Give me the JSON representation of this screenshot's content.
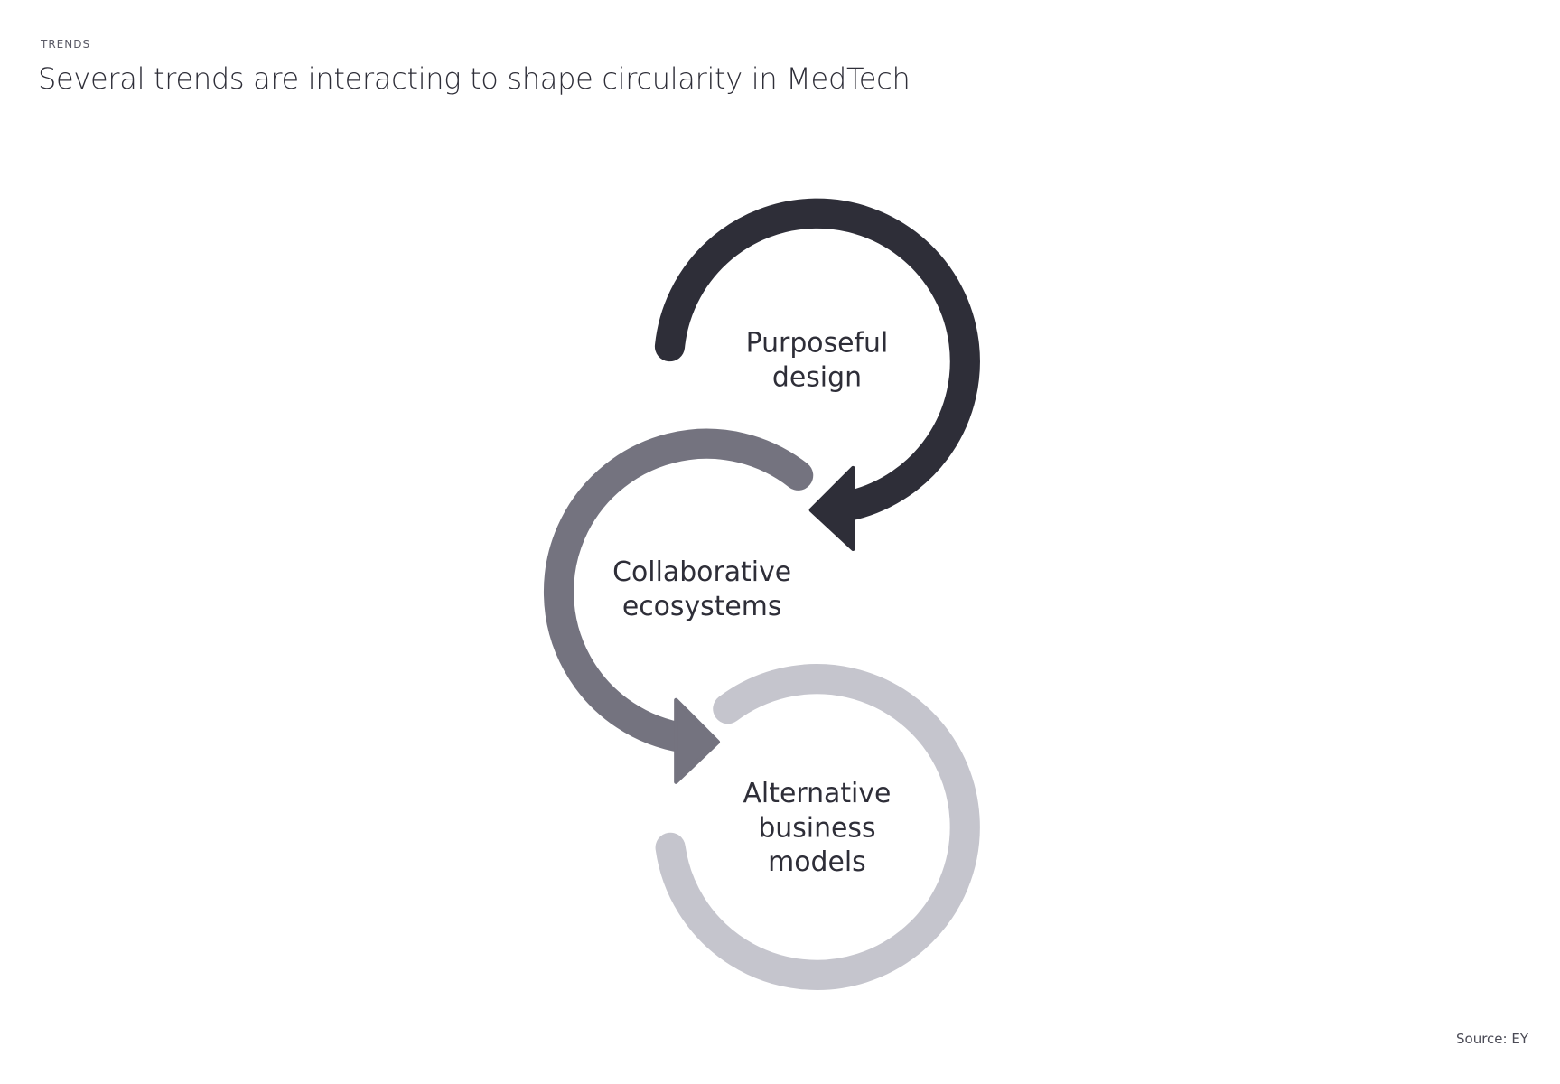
{
  "header": {
    "eyebrow": "TRENDS",
    "title": "Several trends are interacting to shape circularity in MedTech"
  },
  "diagram": {
    "colors": {
      "purposeful": "#2e2e38",
      "collaborative": "#74737f",
      "alternative": "#c5c5cd"
    },
    "nodes": [
      {
        "lines": [
          "Purposeful",
          "design"
        ]
      },
      {
        "lines": [
          "Collaborative",
          "ecosystems"
        ]
      },
      {
        "lines": [
          "Alternative",
          "business",
          "models"
        ]
      }
    ]
  },
  "footer": {
    "source": "Source: EY"
  }
}
